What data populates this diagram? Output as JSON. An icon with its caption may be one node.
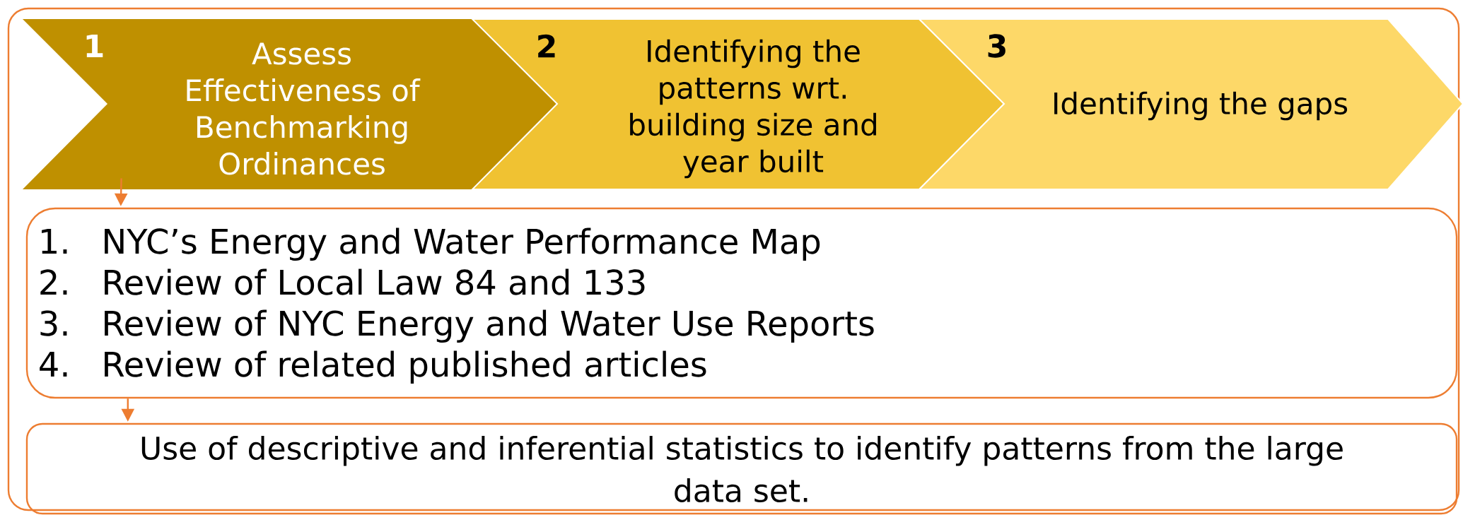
{
  "diagram": {
    "nodes": [
      {
        "text": [],
        "shape": "box"
      },
      {
        "text": [
          "1",
          "Assess Effectiveness of Benchmarking Ordinances"
        ],
        "in": 0
      },
      {
        "text": [
          "2",
          "Identifying the patterns wrt. building size and year built"
        ],
        "in": 0
      },
      {
        "text": [
          "3",
          "Identifying the gaps"
        ],
        "in": 0
      },
      {
        "text": [
          "1.",
          "NYC’s Energy and Water Performance Map",
          "2.",
          "Review of Local Law 84 and 133",
          "3.",
          "Review of NYC Energy and Water Use Reports",
          "4.",
          "Review of related published articles"
        ],
        "in": 0
      },
      {
        "text": [
          "Use of descriptive and inferential statistics to identify patterns from the large data set."
        ],
        "in": 0
      }
    ],
    "edges": [
      {
        "from": 1,
        "to": 4,
        "arrow": "to"
      },
      {
        "from": 4,
        "to": 5,
        "arrow": "to"
      }
    ]
  }
}
